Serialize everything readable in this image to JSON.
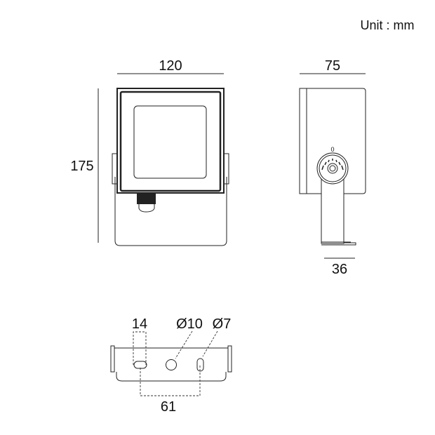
{
  "unit_label": "Unit : mm",
  "front_view": {
    "width_label": "120",
    "height_label": "175"
  },
  "side_view": {
    "depth_label": "75",
    "bracket_label": "36",
    "tilt_zero_label": "0"
  },
  "bracket_view": {
    "slot_label": "14",
    "hole_large_label": "Ø10",
    "hole_small_label": "Ø7",
    "spacing_label": "61"
  }
}
